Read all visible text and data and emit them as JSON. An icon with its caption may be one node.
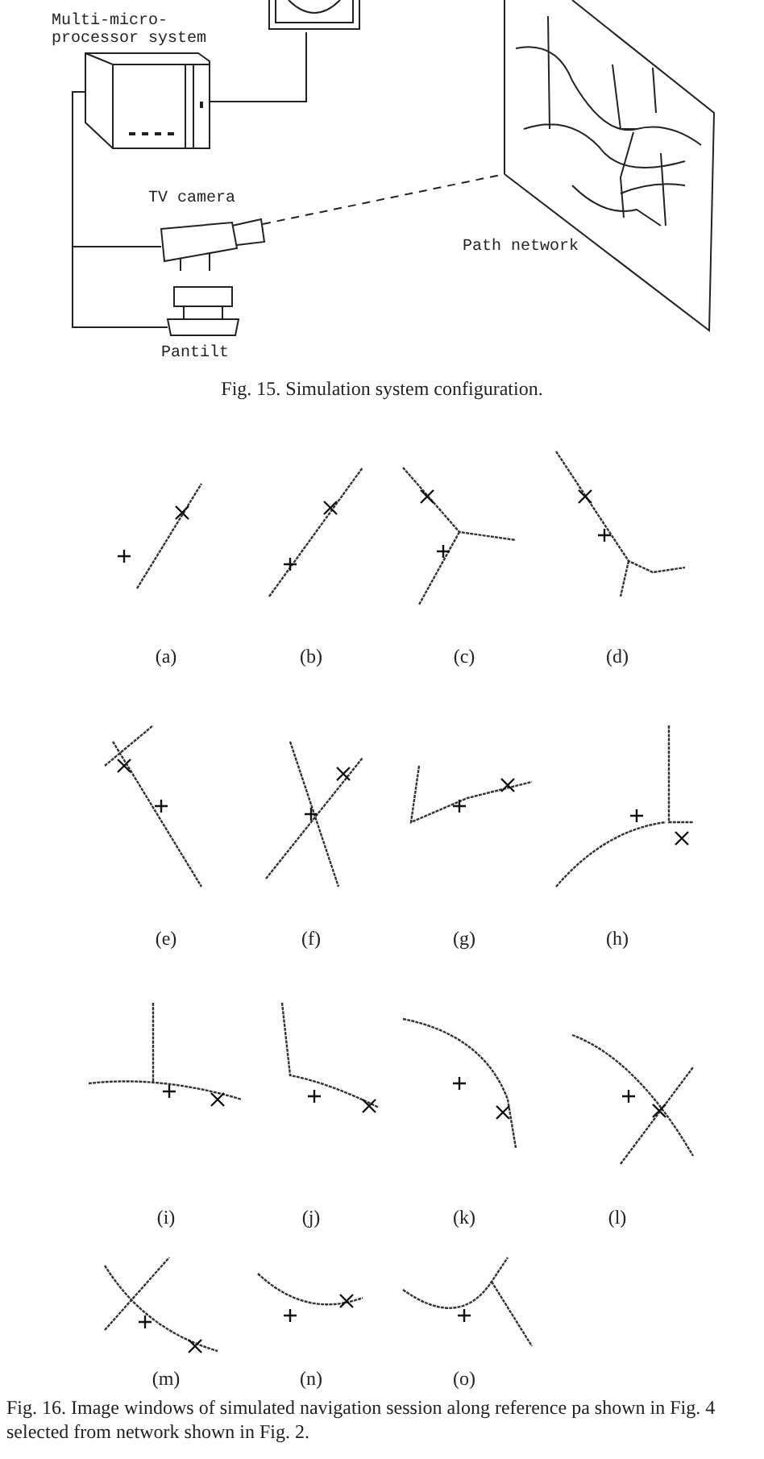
{
  "diagram": {
    "caption": "Fig. 16. Image windows of simulated navigation session along reference pa shown in Fig. 4 selected from network shown in Fig. 2.",
    "nodes": [
      {
        "text": [],
        "shape": "picture"
      },
      {
        "text": [
          "Multi-micro- processor system"
        ]
      },
      {
        "text": [
          "TV camera"
        ]
      },
      {
        "text": [
          "Pantilt"
        ]
      },
      {
        "text": [
          "Path network"
        ]
      }
    ],
    "edges": [
      {
        "from": 0,
        "to": 1,
        "arrow": "none"
      },
      {
        "from": 1,
        "to": 2,
        "arrow": "none"
      },
      {
        "from": 1,
        "to": 3,
        "arrow": "none"
      },
      {
        "from": 2,
        "to": 4,
        "arrow": "none",
        "style": "dashed"
      }
    ],
    "labels": [
      "Fig. 15. Simulation system configuration.",
      "(a)",
      "(b)",
      "(c)",
      "(d)",
      "(e)",
      "(f)",
      "(g)",
      "(h)",
      "(i)",
      "(j)",
      "(k)",
      "(l)",
      "(m)",
      "(n)",
      "(o)"
    ]
  }
}
